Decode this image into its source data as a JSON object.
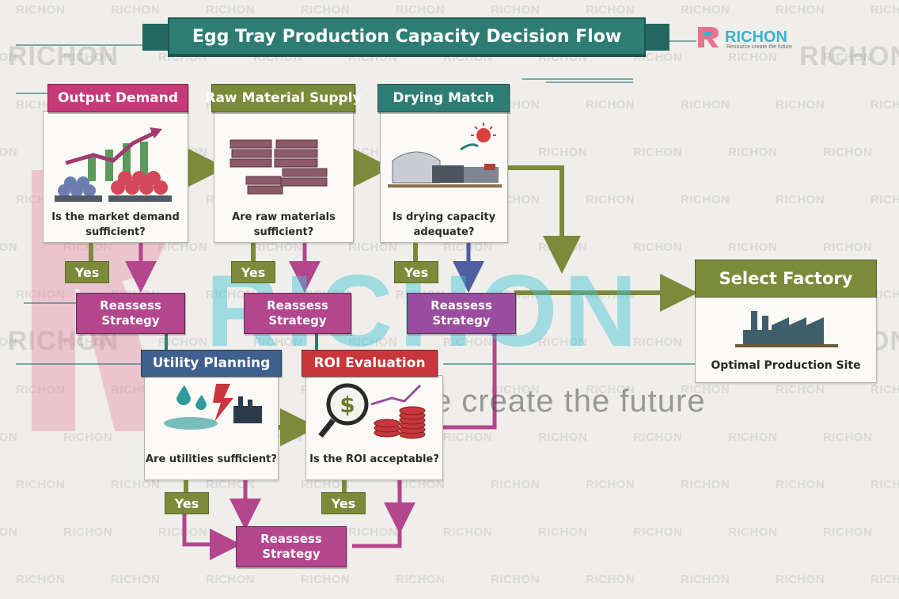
{
  "title": "Egg Tray Production Capacity Decision Flow",
  "logo": {
    "name": "RICHON",
    "tagline": "Resource create the future"
  },
  "watermark": {
    "text": "RICHON",
    "tagline": "Resource create the future"
  },
  "colors": {
    "teal": "#2e7d74",
    "magenta": "#b3468c",
    "olive": "#7d8a3a",
    "blue": "#3f5f8f",
    "red": "#c9363b",
    "accent": "#3bb2d0"
  },
  "steps": [
    {
      "title": "Output Demand",
      "question_line1": "Is the market demand",
      "question_line2": "sufficient?",
      "icon": "egg-trays-growth-chart-icon"
    },
    {
      "title": "Raw Material Supply",
      "question_line1": "Are raw materials",
      "question_line2": "sufficient?",
      "icon": "paper-stacks-icon"
    },
    {
      "title": "Drying Match",
      "question_line1": "Is drying capacity",
      "question_line2": "adequate?",
      "icon": "drying-facility-sun-icon"
    },
    {
      "title": "Utility Planning",
      "question_line1": "Are utilities sufficient?",
      "icon": "water-electricity-factory-icon"
    },
    {
      "title": "ROI Evaluation",
      "question_line1": "Is the ROI acceptable?",
      "icon": "magnifier-dollar-coins-icon"
    }
  ],
  "yes_label": "Yes",
  "reassess": {
    "line1": "Reassess",
    "line2": "Strategy"
  },
  "final": {
    "title": "Select Factory",
    "caption": "Optimal Production Site",
    "icon": "factory-icon"
  }
}
